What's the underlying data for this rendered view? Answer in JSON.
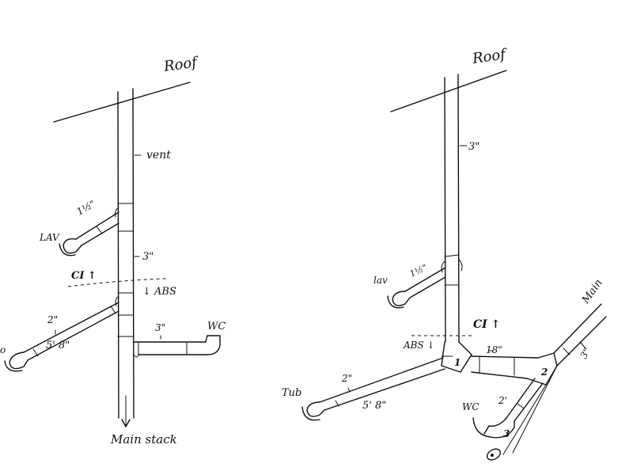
{
  "left_diagram": {
    "roof": "Roof",
    "vent": "vent",
    "lav": "LAV",
    "lav_pipe": "1½\"",
    "stack_size": "3\"",
    "ci": "CI ↑",
    "abs": "↓ ABS",
    "branch_pipe": "2\"",
    "branch_length": "5' 8\"",
    "wc_pipe": "3\"",
    "wc": "WC",
    "main_stack": "Main stack",
    "partial_label": "o"
  },
  "right_diagram": {
    "roof": "Roof",
    "stack_size": "3\"",
    "lav": "lav",
    "lav_pipe": "1½\"",
    "ci": "CI ↑",
    "abs": "ABS ↓",
    "fitting_1": "1",
    "length_18": "18\"",
    "main": "Main",
    "main_size": "3\"",
    "fitting_2": "2",
    "length_2ft": "2'",
    "fitting_3": "3",
    "tub": "Tub",
    "tub_pipe": "2\"",
    "tub_length": "5' 8\"",
    "wc": "WC"
  }
}
